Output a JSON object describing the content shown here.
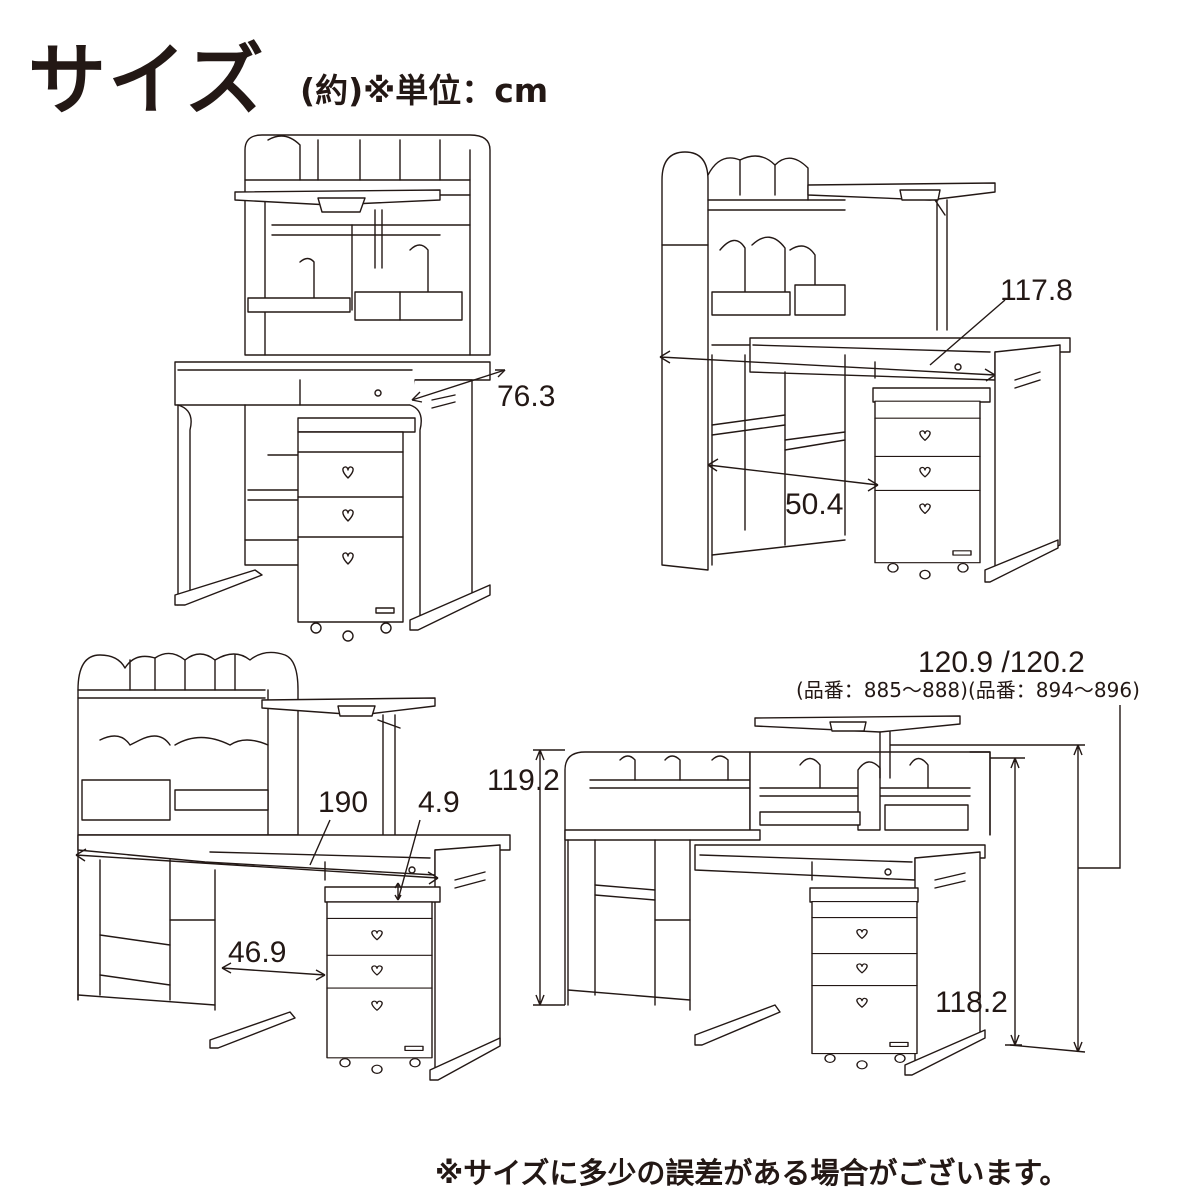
{
  "header": {
    "title": "サイズ",
    "unit_note": "(約)※単位：cm"
  },
  "dimensions": {
    "fig1_depth": "76.3",
    "fig2_width": "117.8",
    "fig2_inner": "50.4",
    "fig3_width": "190",
    "fig3_gap": "4.9",
    "fig3_inner": "46.9",
    "fig4_shelf_height": "119.2",
    "fig4_lamp_height": "120.9 /120.2",
    "fig4_lamp_note": "(品番：885〜888)(品番：894〜896)",
    "fig4_desk_height": "118.2"
  },
  "footer": {
    "note": "※サイズに多少の誤差がある場合がございます。"
  }
}
